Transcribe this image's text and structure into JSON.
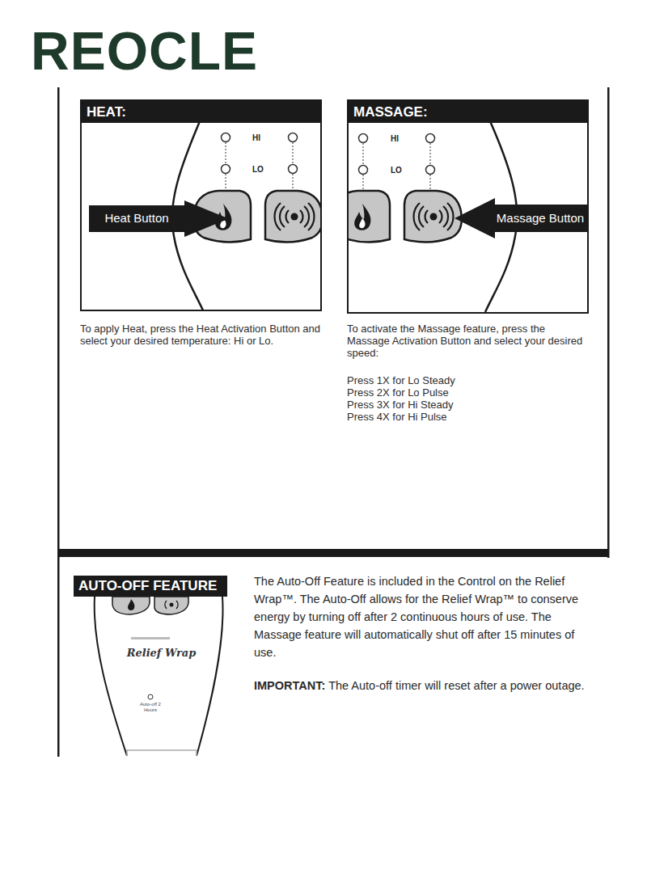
{
  "diagram": {
    "nodes": [
      {
        "text": [
          "HEAT:"
        ]
      },
      {
        "text": [
          "Heat Button"
        ],
        "in": 0
      },
      {
        "text": [
          "MASSAGE:"
        ]
      },
      {
        "text": [
          "Massage Button"
        ],
        "in": 2
      },
      {
        "text": [
          "AUTO-OFF FEATURE"
        ]
      },
      {
        "text": [
          "Relief Wrap",
          "Auto-off 2 Hours"
        ],
        "in": 4
      }
    ],
    "labels": [
      "REOCLE",
      "HI",
      "LO",
      "HI",
      "LO",
      "To apply Heat, press the Heat Activation Button and select your desired temperature: Hi or Lo.",
      "To activate the Massage feature, press the Massage Activation Button and select your desired speed:",
      "Press 1X for Lo Steady",
      "Press 2X for Lo Pulse",
      "Press 3X for Hi Steady",
      "Press 4X for Hi Pulse",
      "The Auto-Off Feature is included in the Control on the Relief Wrap™. The Auto-Off allows for the Relief Wrap™ to conserve energy by turning off after 2 continuous hours of use. The Massage feature will automatically shut off after 15 minutes of use.",
      "IMPORTANT:",
      "The Auto-off timer will reset after a power outage."
    ]
  }
}
